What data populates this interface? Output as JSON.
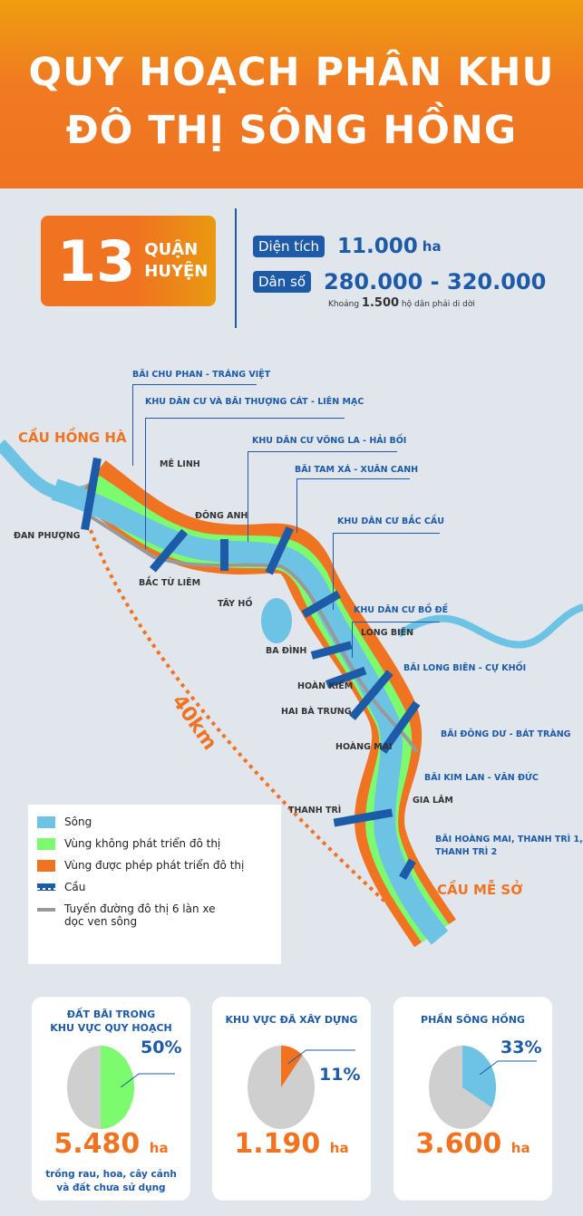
{
  "title": {
    "line1": "QUY HOẠCH PHÂN KHU",
    "line2": "ĐÔ THỊ SÔNG HỒNG"
  },
  "summary": {
    "count": "13",
    "count_label1": "QUẬN",
    "count_label2": "HUYỆN",
    "area_label": "Diện tích",
    "area_value": "11.000",
    "area_unit": "ha",
    "pop_label": "Dân số",
    "pop_value": "280.000 - 320.000",
    "note_pre": "Khoảng",
    "note_num": "1.500",
    "note_post": "hộ dân phải di dời"
  },
  "map": {
    "bridges_named": {
      "north": "CẦU HỒNG HÀ",
      "south": "CẦU MỄ SỞ"
    },
    "distance": "40km",
    "districts": [
      "MÊ LINH",
      "ĐAN PHƯỢNG",
      "ĐÔNG ANH",
      "BẮC TỪ LIÊM",
      "TÂY HỒ",
      "BA ĐÌNH",
      "LONG BIÊN",
      "HOÀN KIẾM",
      "HAI BÀ TRƯNG",
      "HOÀNG MAI",
      "GIA LÂM",
      "THANH TRÌ"
    ],
    "zones": [
      "BÃI CHU PHAN - TRÁNG VIỆT",
      "KHU DÂN CƯ VÀ BÃI THƯỢNG CÁT - LIÊN MẠC",
      "KHU DÂN CƯ VÕNG LA - HẢI BỐI",
      "BÃI TAM XÁ - XUÂN CANH",
      "KHU DÂN CƯ BẮC CẦU",
      "KHU DÂN CƯ BỒ ĐỀ",
      "BÃI LONG BIÊN - CỰ KHỐI",
      "BÃI ĐÔNG DƯ - BÁT TRÀNG",
      "BÃI KIM LAN - VĂN ĐỨC",
      "BÃI HOÀNG MAI, THANH TRÌ 1,",
      "THANH TRÌ 2"
    ]
  },
  "legend": [
    {
      "label": "Sông",
      "color": "#6cc3e3"
    },
    {
      "label": "Vùng không phát triển đô thị",
      "color": "#7dfb6e"
    },
    {
      "label": "Vùng được phép phát triển đô thị",
      "color": "#f07322"
    },
    {
      "label": "Cầu",
      "color": "#1d5aa8"
    },
    {
      "label": "Tuyến đường đô thị 6 làn xe",
      "label2": "dọc ven sông",
      "color": "#999999"
    }
  ],
  "chart_data": [
    {
      "type": "pie",
      "title": "ĐẤT BÃI TRONG KHU VỰC QUY HOẠCH",
      "title1": "ĐẤT BÃI TRONG",
      "title2": "KHU VỰC QUY HOẠCH",
      "value_pct": 50,
      "pct_label": "50%",
      "color": "#7dfb6e",
      "amount": "5.480",
      "unit": "ha",
      "sub1": "trồng rau, hoa, cây cảnh",
      "sub2": "và đất chưa sử dụng"
    },
    {
      "type": "pie",
      "title": "KHU VỰC ĐÃ XÂY DỰNG",
      "value_pct": 11,
      "pct_label": "11%",
      "color": "#f07322",
      "amount": "1.190",
      "unit": "ha"
    },
    {
      "type": "pie",
      "title": "PHẦN SÔNG HỒNG",
      "value_pct": 33,
      "pct_label": "33%",
      "color": "#6cc3e3",
      "amount": "3.600",
      "unit": "ha"
    }
  ]
}
